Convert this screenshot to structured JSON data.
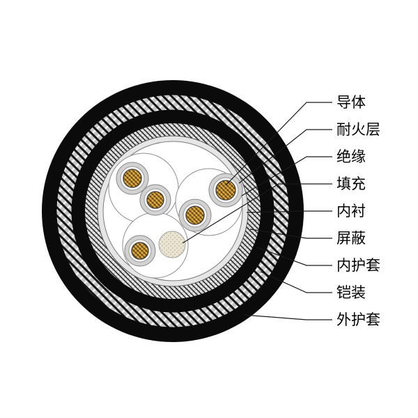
{
  "diagram": {
    "type": "cable-cross-section",
    "labels": [
      {
        "id": "conductor",
        "text": "导体"
      },
      {
        "id": "fire-resistant-layer",
        "text": "耐火层"
      },
      {
        "id": "insulation",
        "text": "绝缘"
      },
      {
        "id": "filler",
        "text": "填充"
      },
      {
        "id": "inner-lining",
        "text": "内衬"
      },
      {
        "id": "shield",
        "text": "屏蔽"
      },
      {
        "id": "inner-sheath",
        "text": "内护套"
      },
      {
        "id": "armor",
        "text": "铠装"
      },
      {
        "id": "outer-sheath",
        "text": "外护套"
      }
    ],
    "colors": {
      "sheath_black": "#0b0b0b",
      "armor_base": "#c6c6c6",
      "conductor_gold": "#d09c34",
      "insulation_gray": "#d2d2d2",
      "lining_gray": "#e6e6e6",
      "filler_beige": "#eae4d3",
      "core_area_white": "#ffffff"
    }
  }
}
